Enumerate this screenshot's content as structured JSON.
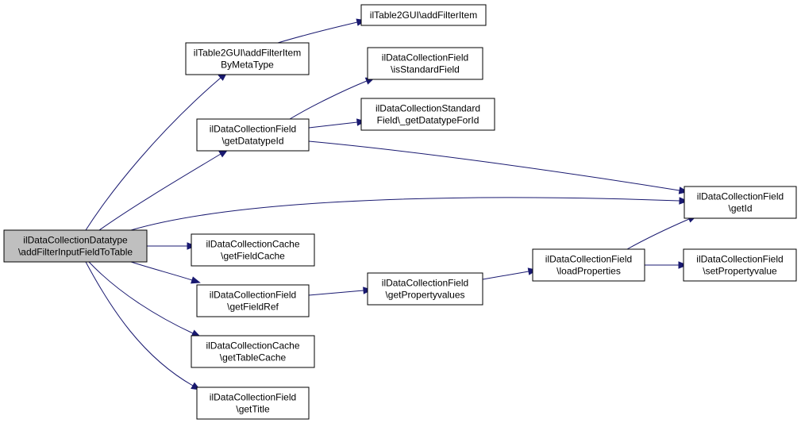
{
  "nodes": [
    {
      "id": "root",
      "lines": [
        "ilDataCollectionDatatype",
        "\\addFilterInputFieldToTable"
      ],
      "highlight": true
    },
    {
      "id": "addFilterItemByMetaType",
      "lines": [
        "ilTable2GUI\\addFilterItem",
        "ByMetaType"
      ]
    },
    {
      "id": "addFilterItem",
      "lines": [
        "ilTable2GUI\\addFilterItem"
      ]
    },
    {
      "id": "isStandardField",
      "lines": [
        "ilDataCollectionField",
        "\\isStandardField"
      ]
    },
    {
      "id": "getDatatypeForId",
      "lines": [
        "ilDataCollectionStandard",
        "Field\\_getDatatypeForId"
      ]
    },
    {
      "id": "getDatatypeId",
      "lines": [
        "ilDataCollectionField",
        "\\getDatatypeId"
      ]
    },
    {
      "id": "getId",
      "lines": [
        "ilDataCollectionField",
        "\\getId"
      ]
    },
    {
      "id": "getFieldCache",
      "lines": [
        "ilDataCollectionCache",
        "\\getFieldCache"
      ]
    },
    {
      "id": "getFieldRef",
      "lines": [
        "ilDataCollectionField",
        "\\getFieldRef"
      ]
    },
    {
      "id": "getPropertyvalues",
      "lines": [
        "ilDataCollectionField",
        "\\getPropertyvalues"
      ]
    },
    {
      "id": "loadProperties",
      "lines": [
        "ilDataCollectionField",
        "\\loadProperties"
      ]
    },
    {
      "id": "setPropertyvalue",
      "lines": [
        "ilDataCollectionField",
        "\\setPropertyvalue"
      ]
    },
    {
      "id": "getTableCache",
      "lines": [
        "ilDataCollectionCache",
        "\\getTableCache"
      ]
    },
    {
      "id": "getTitle",
      "lines": [
        "ilDataCollectionField",
        "\\getTitle"
      ]
    }
  ],
  "edges": [
    {
      "from": "root",
      "to": "addFilterItemByMetaType"
    },
    {
      "from": "root",
      "to": "getDatatypeId"
    },
    {
      "from": "root",
      "to": "getId"
    },
    {
      "from": "root",
      "to": "getFieldCache"
    },
    {
      "from": "root",
      "to": "getFieldRef"
    },
    {
      "from": "root",
      "to": "getTableCache"
    },
    {
      "from": "root",
      "to": "getTitle"
    },
    {
      "from": "addFilterItemByMetaType",
      "to": "addFilterItem"
    },
    {
      "from": "getDatatypeId",
      "to": "isStandardField"
    },
    {
      "from": "getDatatypeId",
      "to": "getDatatypeForId"
    },
    {
      "from": "getDatatypeId",
      "to": "getId"
    },
    {
      "from": "getFieldRef",
      "to": "getPropertyvalues"
    },
    {
      "from": "getPropertyvalues",
      "to": "loadProperties"
    },
    {
      "from": "loadProperties",
      "to": "getId"
    },
    {
      "from": "loadProperties",
      "to": "setPropertyvalue"
    }
  ],
  "colors": {
    "edge": "#191970",
    "root_fill": "#bfbfbf",
    "node_fill": "#ffffff",
    "border": "#000000"
  }
}
